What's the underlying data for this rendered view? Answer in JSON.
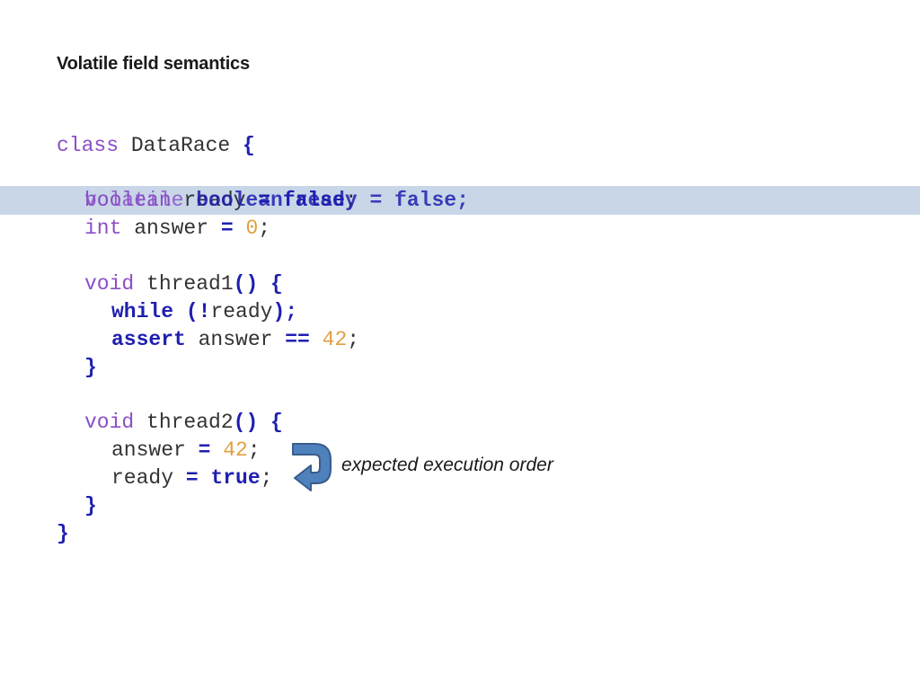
{
  "slide": {
    "title": "Volatile field semantics"
  },
  "code": {
    "l1": {
      "kw": "class",
      "name": " DataRace ",
      "brace": "{"
    },
    "l2a": {
      "kw": "volatile",
      "rest": " boolean ready = false;"
    },
    "l2b": {
      "kw": "boolean",
      "name": " ready ",
      "eq": "=",
      "val": " false",
      "semi": ";"
    },
    "l3": {
      "kw": "int",
      "name": " answer ",
      "eq": "=",
      "num": " 0",
      "semi": ";"
    },
    "l4": {
      "kw": "void",
      "name": " thread1",
      "paren": "()",
      "brace": " {"
    },
    "l5": {
      "kw": "while",
      "open": " (!",
      "name": "ready",
      "close": ");"
    },
    "l6": {
      "kw": "assert",
      "name": " answer ",
      "eq": "==",
      "num": " 42",
      "semi": ";"
    },
    "l7": {
      "brace": "}"
    },
    "l8": {
      "kw": "void",
      "name": " thread2",
      "paren": "()",
      "brace": " {"
    },
    "l9": {
      "name": "answer ",
      "eq": "=",
      "num": " 42",
      "semi": ";"
    },
    "l10": {
      "name": "ready ",
      "eq": "=",
      "val": " true",
      "semi": ";"
    },
    "l11": {
      "brace": "}"
    },
    "l12": {
      "brace": "}"
    }
  },
  "annotation": {
    "text": "expected execution order"
  },
  "colors": {
    "highlight": "#c8d6e8",
    "arrow_fill": "#4f81bd",
    "arrow_stroke": "#385d8a"
  },
  "icons": {
    "arrow": "curved-down-left-arrow-icon"
  }
}
